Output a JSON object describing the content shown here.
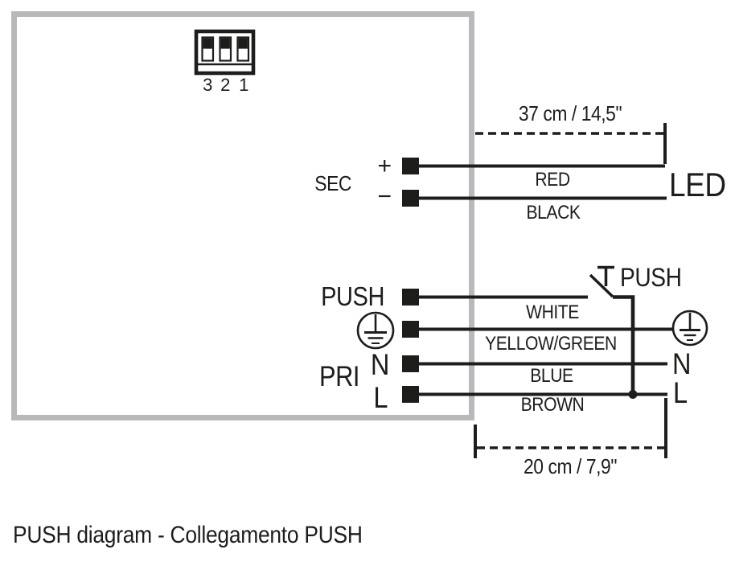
{
  "title": "PUSH diagram - Collegamento PUSH",
  "colors": {
    "line": "#1d1d1b",
    "driver_border": "#b7b9bc",
    "background": "#ffffff"
  },
  "dip_switch": {
    "positions": [
      {
        "label": "3"
      },
      {
        "label": "2"
      },
      {
        "label": "1"
      }
    ]
  },
  "driver": {
    "sec_label": "SEC",
    "sec_plus": "+",
    "sec_minus": "−",
    "push_label": "PUSH",
    "pri_label": "PRI",
    "pri_neutral": "N",
    "pri_line": "L"
  },
  "external": {
    "led_label": "LED",
    "push_switch_label": "PUSH",
    "neutral_label": "N",
    "line_label": "L"
  },
  "wires": {
    "red": "RED",
    "black": "BLACK",
    "white": "WHITE",
    "yellow_green": "YELLOW/GREEN",
    "blue": "BLUE",
    "brown": "BROWN"
  },
  "dimensions": {
    "led_cable": "37 cm / 14,5\"",
    "mains_cable": "20 cm / 7,9\""
  }
}
